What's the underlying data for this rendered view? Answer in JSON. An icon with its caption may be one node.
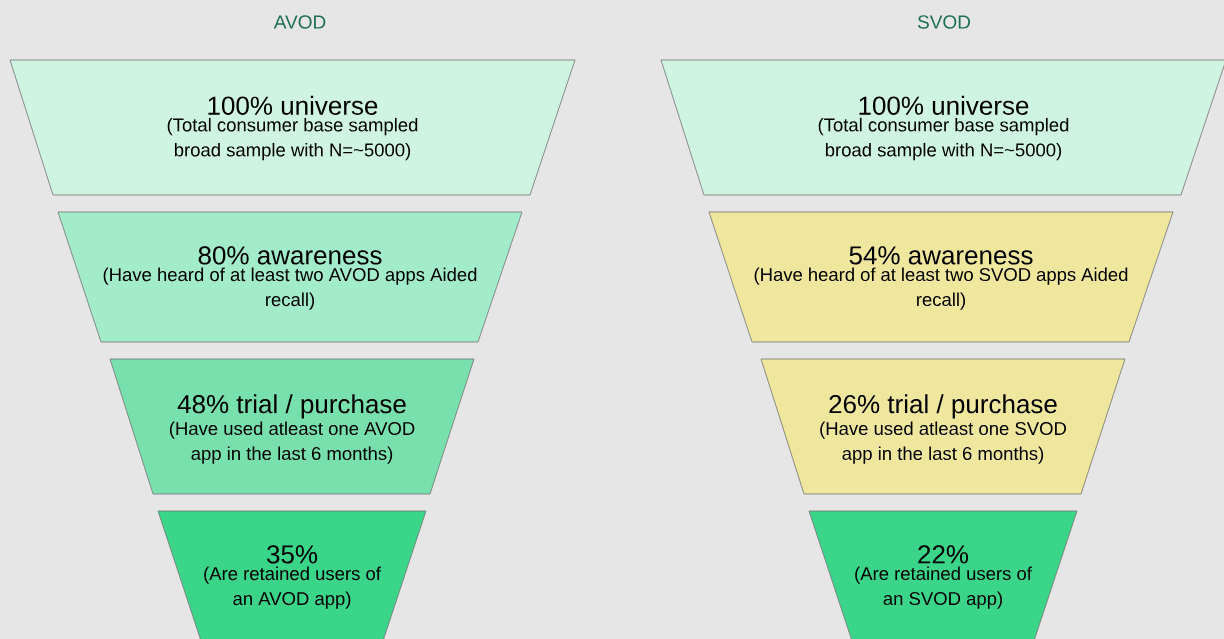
{
  "diagram": {
    "nodes": [
      {
        "text": [
          "100% universe",
          "(Total consumer base sampled broad sample with N=~5000)"
        ]
      },
      {
        "text": [
          "80% awareness",
          "(Have heard of at least two AVOD apps Aided recall)"
        ]
      },
      {
        "text": [
          "48% trial / purchase",
          "(Have used atleast one AVOD app in the last 6 months)"
        ]
      },
      {
        "text": [
          "35%",
          "(Are retained users of an AVOD app)"
        ]
      },
      {
        "text": [
          "100% universe",
          "(Total consumer base sampled broad sample with N=~5000)"
        ]
      },
      {
        "text": [
          "54% awareness",
          "(Have heard of at least two SVOD apps Aided recall)"
        ]
      },
      {
        "text": [
          "26% trial / purchase",
          "(Have used atleast one SVOD app in the last 6 months)"
        ]
      },
      {
        "text": [
          "22%",
          "(Are retained users of an SVOD app)"
        ]
      }
    ],
    "labels": [
      "AVOD",
      "SVOD"
    ]
  }
}
